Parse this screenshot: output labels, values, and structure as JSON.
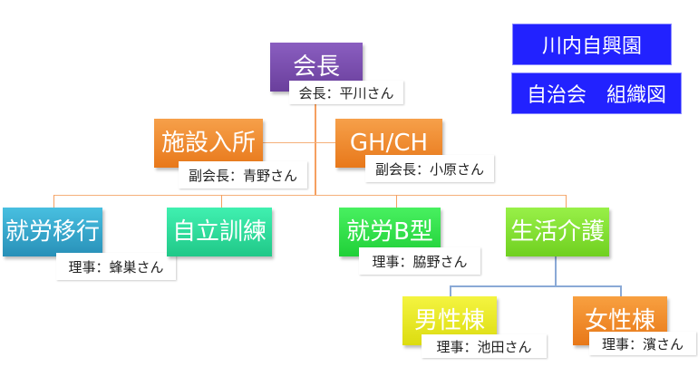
{
  "titles": {
    "org_name": "川内自興園",
    "chart_name": "自治会　組織図"
  },
  "nodes": {
    "chair": {
      "title": "会長",
      "person": "会長：平川さん",
      "color": "#7a4fae"
    },
    "facility": {
      "title": "施設入所",
      "person": "副会長：青野さん",
      "color": "#f0841e"
    },
    "ghch": {
      "title": "GH/CH",
      "person": "副会長：小原さん",
      "color": "#f0841e"
    },
    "transition": {
      "title": "就労移行",
      "person": "理事：蜂巣さん",
      "color": "#2fa8cc"
    },
    "independence": {
      "title": "自立訓練",
      "color": "#2ed99a"
    },
    "type_b": {
      "title": "就労B型",
      "person": "理事：脇野さん",
      "color": "#2ee04a"
    },
    "life_care": {
      "title": "生活介護",
      "color": "#7ee030"
    },
    "male": {
      "title": "男性棟",
      "person": "理事：池田さん",
      "color": "#e8e818"
    },
    "female": {
      "title": "女性棟",
      "person": "理事：濱さん",
      "color": "#f08a20"
    }
  }
}
